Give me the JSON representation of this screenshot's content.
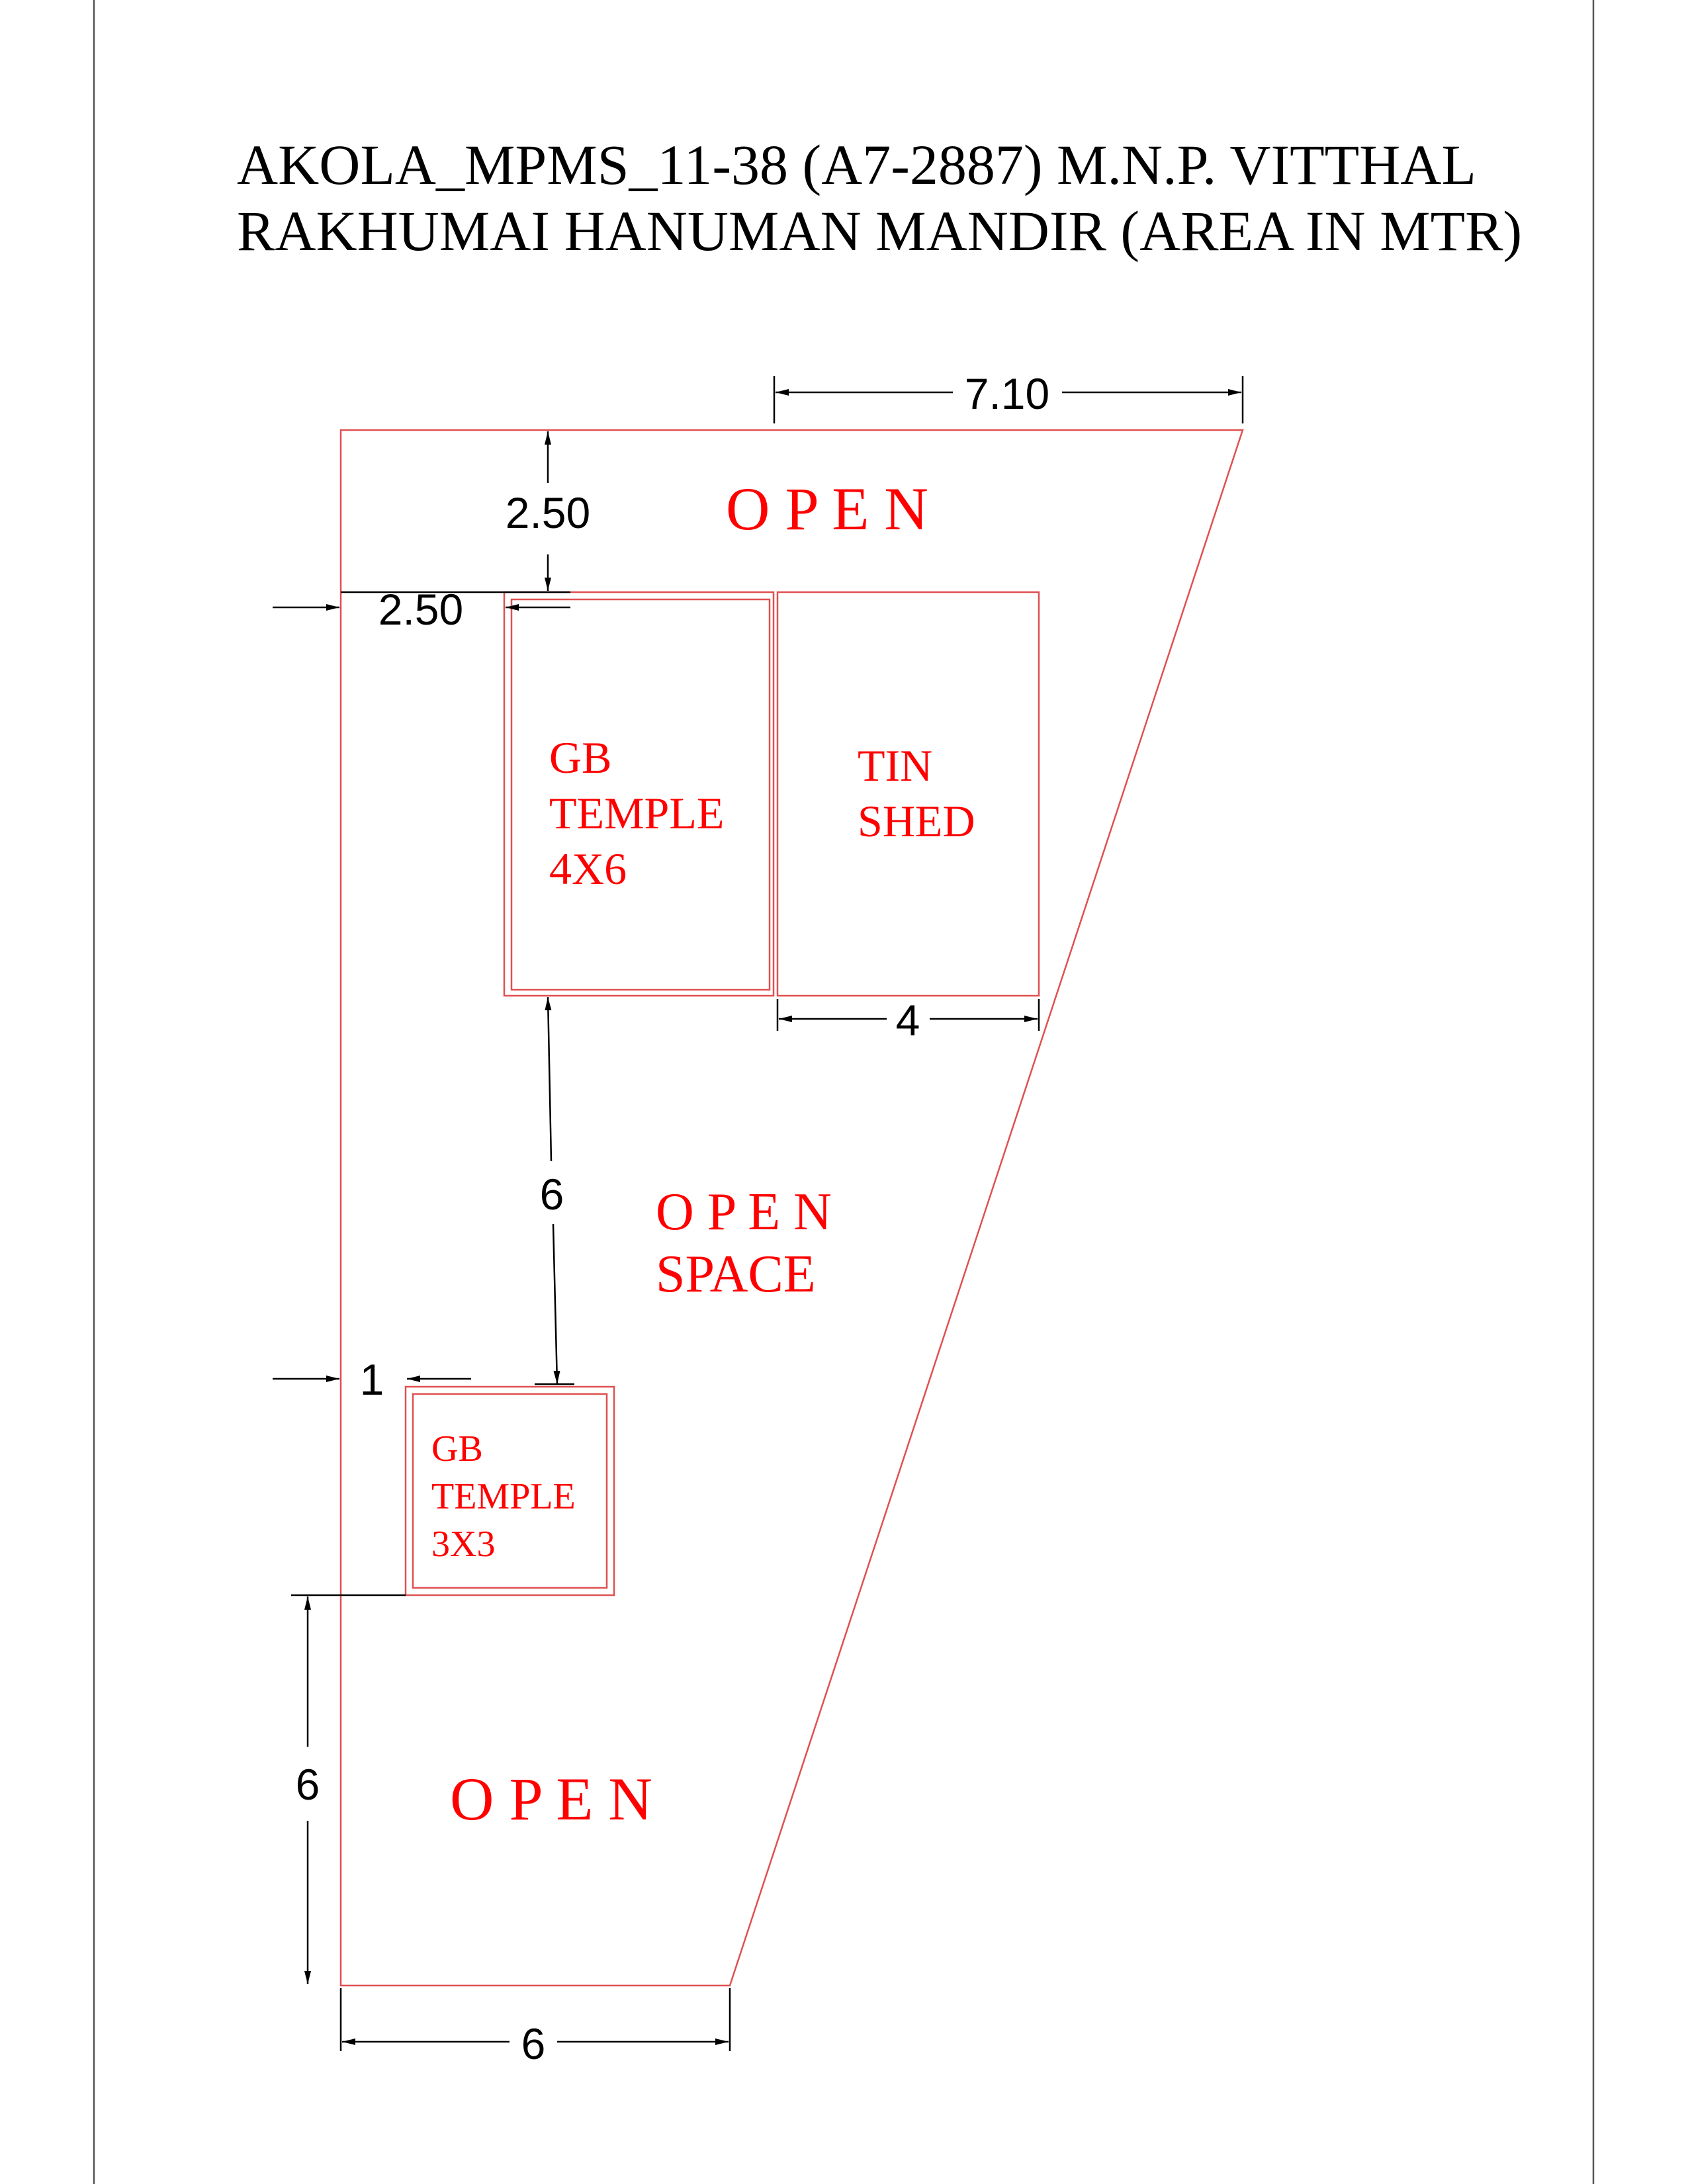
{
  "title": {
    "line1": "AKOLA_MPMS_11-38 (A7-2887) M.N.P. VITTHAL",
    "line2": "RAKHUMAI HANUMAN MANDIR (AREA IN MTR)"
  },
  "areas": {
    "open_top": "O P E N",
    "open_space_line1": "O P E N",
    "open_space_line2": "SPACE",
    "open_bottom": "O P E N"
  },
  "structures": {
    "temple_large": {
      "line1": "GB",
      "line2": "TEMPLE",
      "line3": "4X6"
    },
    "tin_shed": {
      "line1": "TIN",
      "line2": "SHED"
    },
    "temple_small": {
      "line1": "GB",
      "line2": "TEMPLE",
      "line3": "3X3"
    }
  },
  "dimensions": {
    "top_width": "7.10",
    "top_offset": "2.50",
    "left_offset": "2.50",
    "shed_width": "4",
    "gap_between_temples": "6",
    "small_temple_offset": "1",
    "bottom_height": "6",
    "bottom_width": "6"
  },
  "colors": {
    "labels": "#ff0000",
    "plot_lines": "#e05050",
    "dimension_lines": "#000000"
  }
}
